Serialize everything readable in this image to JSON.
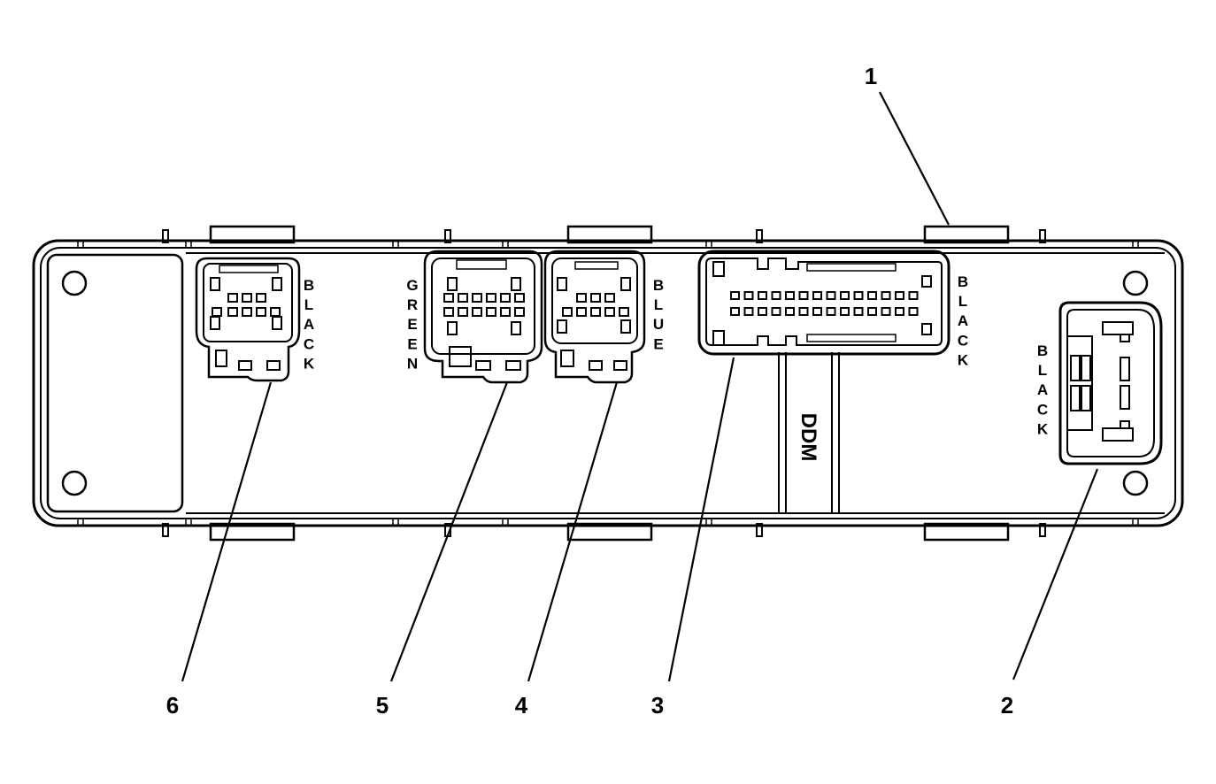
{
  "module_label": "DDM",
  "connector_colors": {
    "c6": "BLACK",
    "c5": "GREEN",
    "c4": "BLUE",
    "c3": "BLACK",
    "c2": "BLACK"
  },
  "callouts": {
    "c1": "1",
    "c2": "2",
    "c3": "3",
    "c4": "4",
    "c5": "5",
    "c6": "6"
  }
}
